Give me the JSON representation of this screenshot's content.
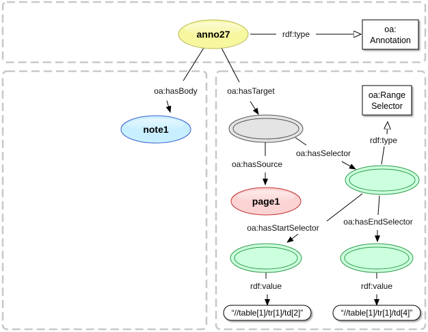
{
  "nodes": {
    "anno27": {
      "label": "anno27",
      "fill": "#f7f7a0",
      "stroke": "#b9b95a"
    },
    "note1": {
      "label": "note1",
      "fill": "#c8efff",
      "stroke": "#3a5fd0"
    },
    "target": {
      "label": "",
      "fill": "#e4e4e4",
      "stroke": "#555555"
    },
    "page1": {
      "label": "page1",
      "fill": "#fcd3d3",
      "stroke": "#c03030"
    },
    "range_selector": {
      "label": "",
      "fill": "#ccffdd",
      "stroke": "#2c9a4a"
    },
    "start_selector": {
      "label": "",
      "fill": "#ccffdd",
      "stroke": "#2c9a4a"
    },
    "end_selector": {
      "label": "",
      "fill": "#ccffdd",
      "stroke": "#2c9a4a"
    }
  },
  "classes": {
    "annotation": {
      "line1": "oa:",
      "line2": "Annotation"
    },
    "range": {
      "line1": "oa:Range",
      "line2": "Selector"
    }
  },
  "literals": {
    "start_xpath": "“//table[1]/tr[1]/td[2]”",
    "end_xpath": "“//table[1]/tr[1]/td[4]”"
  },
  "edges": {
    "type_annotation": "rdf:type",
    "has_body": "oa:hasBody",
    "has_target": "oa:hasTarget",
    "has_source": "oa:hasSource",
    "has_selector": "oa:hasSelector",
    "type_range": "rdf:type",
    "has_start": "oa:hasStartSelector",
    "has_end": "oa:hasEndSelector",
    "value_start": "rdf:value",
    "value_end": "rdf:value"
  }
}
